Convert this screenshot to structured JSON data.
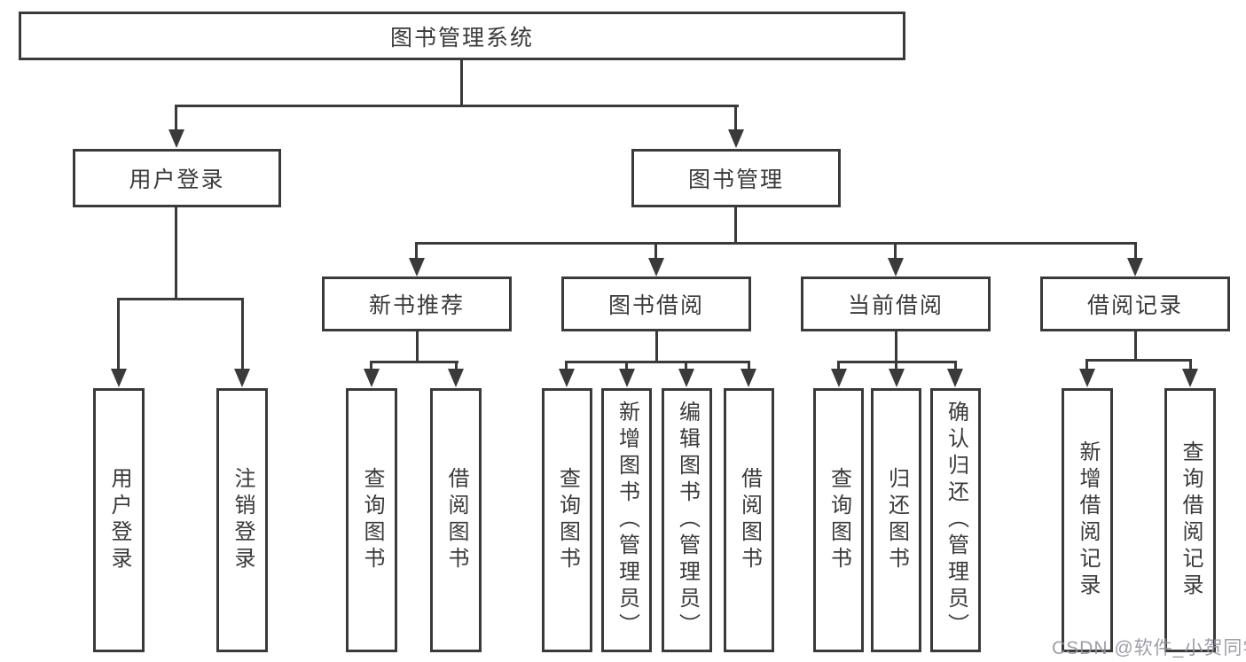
{
  "watermark": "CSDN @软件_小贺同学",
  "colors": {
    "line": "#3a3a3a",
    "background": "#ffffff",
    "watermark_gray": "#94949e"
  },
  "tree": {
    "root": {
      "label": "图书管理系统"
    },
    "level1": [
      {
        "label": "用户登录",
        "children": [
          {
            "label": "用户登录"
          },
          {
            "label": "注销登录"
          }
        ]
      },
      {
        "label": "图书管理",
        "children": [
          {
            "label": "新书推荐",
            "children": [
              {
                "label": "查询图书"
              },
              {
                "label": "借阅图书"
              }
            ]
          },
          {
            "label": "图书借阅",
            "children": [
              {
                "label": "查询图书"
              },
              {
                "label": "新增图书（管理员）"
              },
              {
                "label": "编辑图书（管理员）"
              },
              {
                "label": "借阅图书"
              }
            ]
          },
          {
            "label": "当前借阅",
            "children": [
              {
                "label": "查询图书"
              },
              {
                "label": "归还图书"
              },
              {
                "label": "确认归还（管理员）"
              }
            ]
          },
          {
            "label": "借阅记录",
            "children": [
              {
                "label": "新增借阅记录"
              },
              {
                "label": "查询借阅记录"
              }
            ]
          }
        ]
      }
    ]
  }
}
